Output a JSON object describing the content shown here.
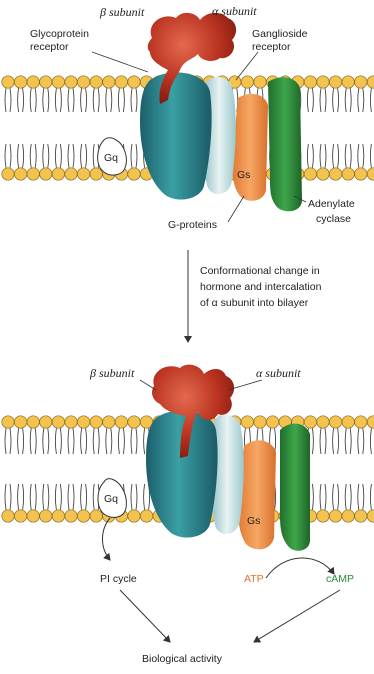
{
  "top": {
    "beta_subunit": "β subunit",
    "alpha_subunit": "α subunit",
    "glycoprotein_line1": "Glycoprotein",
    "glycoprotein_line2": "receptor",
    "ganglioside_line1": "Ganglioside",
    "ganglioside_line2": "receptor",
    "g_proteins": "G-proteins",
    "adenylate_line1": "Adenylate",
    "adenylate_line2": "cyclase"
  },
  "transition": {
    "line1": "Conformational change in",
    "line2": "hormone and intercalation",
    "line3": "of α subunit into bilayer"
  },
  "bottom": {
    "beta_subunit": "β subunit",
    "alpha_subunit": "α subunit",
    "pi_cycle": "PI cycle",
    "atp": "ATP",
    "camp": "cAMP",
    "biological_activity": "Biological activity"
  },
  "labels": {
    "gq": "Gq",
    "gs": "Gs"
  },
  "colors": {
    "lipid_head": "#f3c24f",
    "toxin": "#b8311f",
    "glycoprotein_receptor": "#2f8d94",
    "ganglioside_receptor": "#cfe6e8",
    "gs_protein": "#f0924a",
    "adenylate_cyclase": "#2f8f3c",
    "atp_text": "#e0722e",
    "camp_text": "#2d8a3a"
  }
}
